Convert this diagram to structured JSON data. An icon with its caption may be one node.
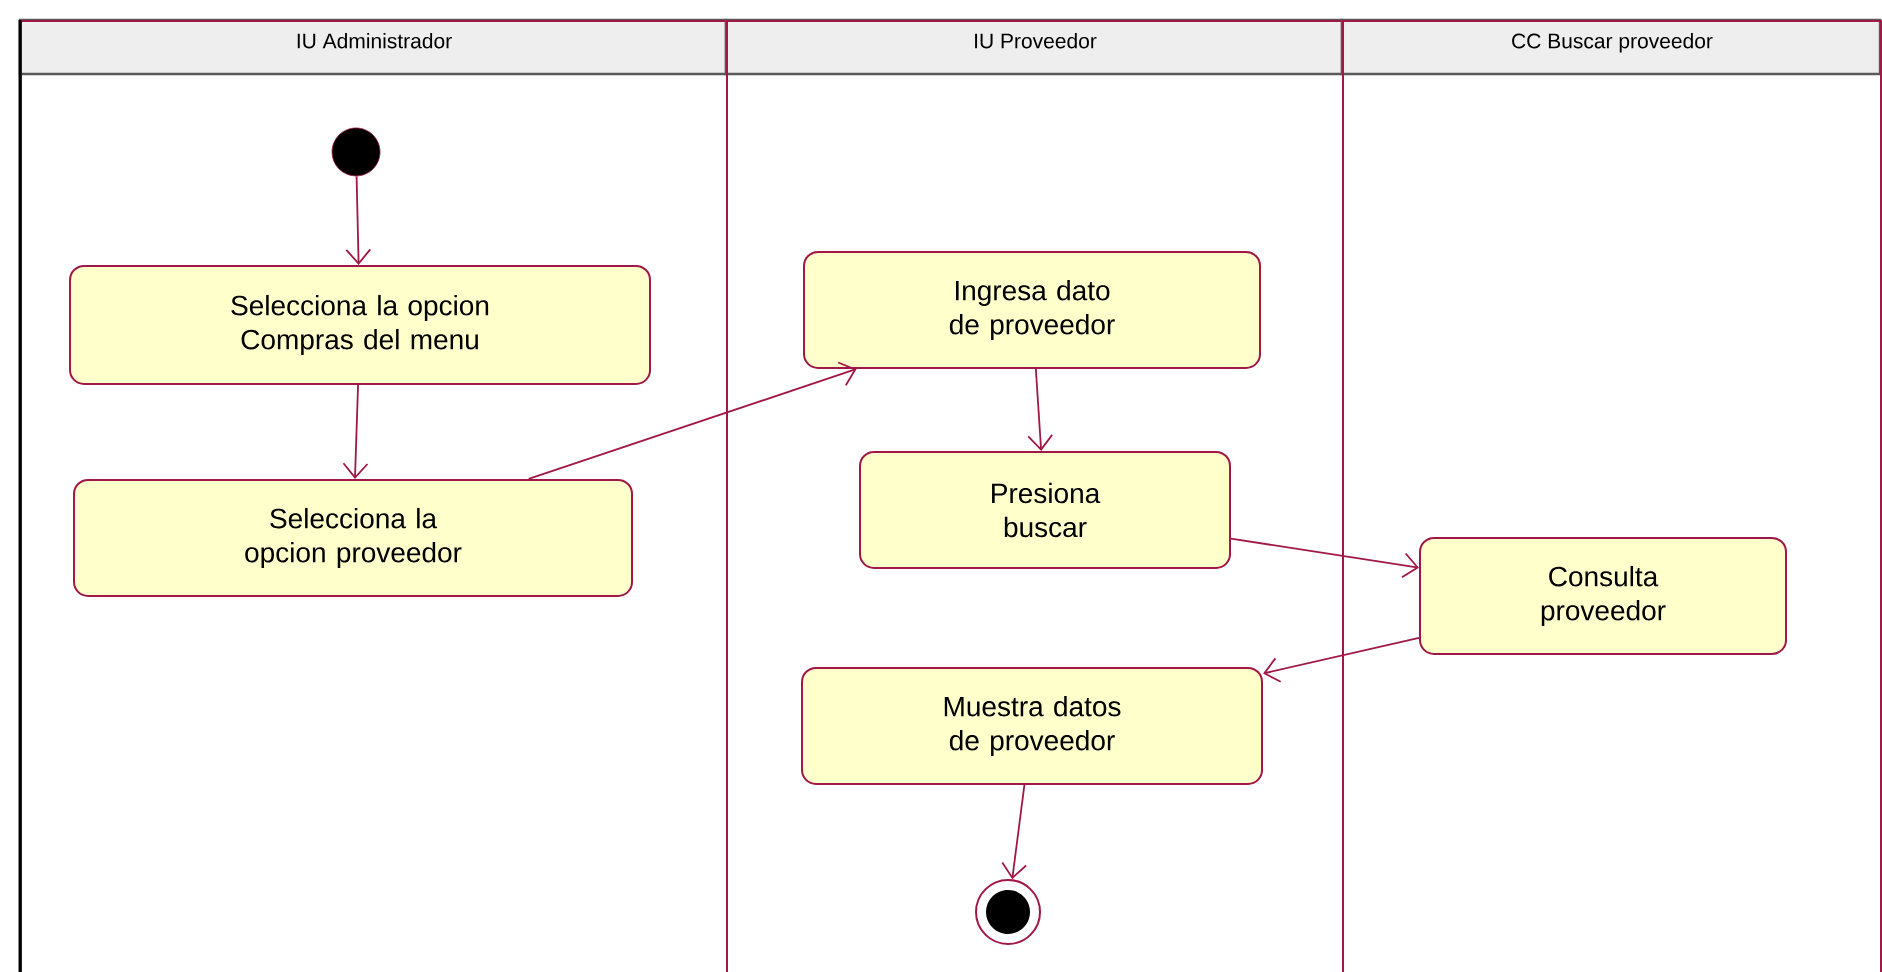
{
  "diagram": {
    "nodes": [
      {
        "text": [
          "IU Administrador"
        ]
      },
      {
        "text": [
          "IU Proveedor"
        ]
      },
      {
        "text": [
          "CC Buscar proveedor"
        ]
      },
      {
        "text": [],
        "shape": "circle",
        "in": 0
      },
      {
        "text": [
          "Selecciona la opcion Compras del menu"
        ],
        "in": 0
      },
      {
        "text": [
          "Selecciona la opcion proveedor"
        ],
        "in": 0
      },
      {
        "text": [
          "Ingresa dato de proveedor"
        ],
        "in": 1
      },
      {
        "text": [
          "Presiona buscar"
        ],
        "in": 1
      },
      {
        "text": [
          "Muestra datos de proveedor"
        ],
        "in": 1
      },
      {
        "text": [],
        "shape": "circle",
        "in": 1
      },
      {
        "text": [
          "Consulta proveedor"
        ],
        "in": 2
      }
    ],
    "edges": [
      {
        "from": 3,
        "to": 4,
        "arrow": "to"
      },
      {
        "from": 4,
        "to": 5,
        "arrow": "to"
      },
      {
        "from": 5,
        "to": 6,
        "arrow": "to"
      },
      {
        "from": 6,
        "to": 7,
        "arrow": "to"
      },
      {
        "from": 7,
        "to": 10,
        "arrow": "to"
      },
      {
        "from": 10,
        "to": 8,
        "arrow": "to"
      },
      {
        "from": 8,
        "to": 9,
        "arrow": "to"
      }
    ]
  }
}
